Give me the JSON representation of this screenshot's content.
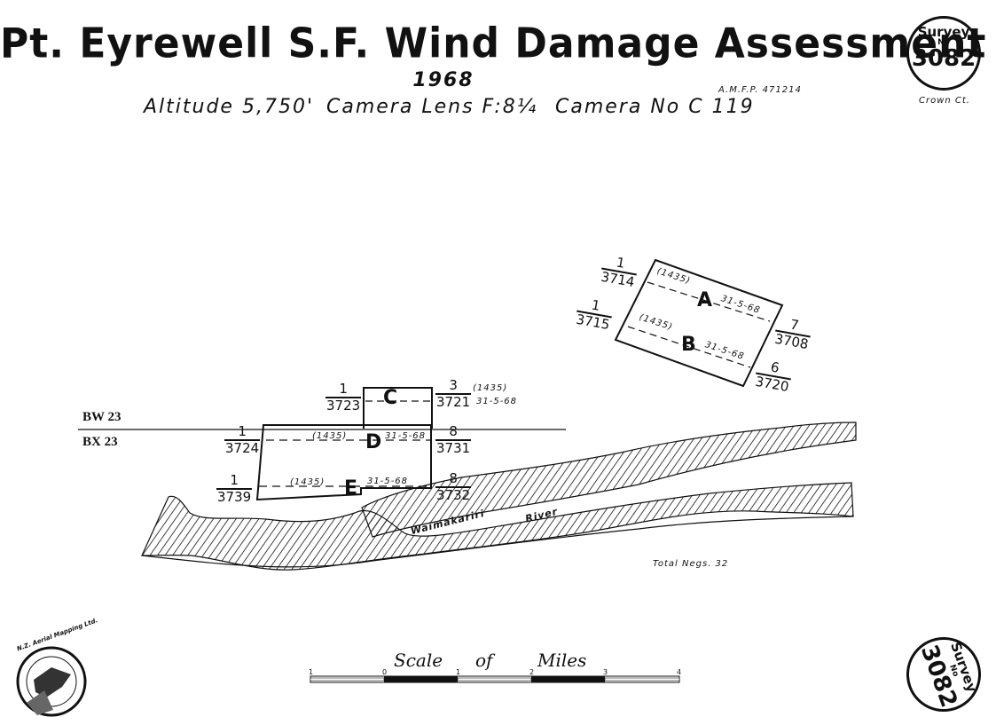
{
  "header": {
    "title": "Pt. Eyrewell S.F. Wind Damage Assessment",
    "year": "1968",
    "altitude": "Altitude 5,750'",
    "lens": "Camera Lens F:8¼",
    "camera": "Camera No C 119",
    "amfp": "A.M.F.P. 471214"
  },
  "stamps": {
    "top": {
      "line1": "Survey",
      "line2": "No",
      "number": "3082"
    },
    "bottom": {
      "line1": "Survey",
      "line2": "No",
      "number": "3082"
    },
    "crown": "Crown Ct."
  },
  "run_labels": {
    "bw": "BW 23",
    "bx": "BX 23"
  },
  "areas": {
    "a": {
      "letter": "A",
      "run": "(1435)",
      "date": "31-5-68"
    },
    "b": {
      "letter": "B",
      "run": "(1435)",
      "date": "31-5-68"
    },
    "c": {
      "letter": "C",
      "run": "(1435)",
      "date": "31-5-68"
    },
    "d": {
      "letter": "D",
      "run": "(1435)",
      "date": "31-5-68"
    },
    "e": {
      "letter": "E",
      "run": "(1435)",
      "date": "31-5-68"
    }
  },
  "frames": {
    "f3714": {
      "top": "1",
      "bottom": "3714"
    },
    "f3715": {
      "top": "1",
      "bottom": "3715"
    },
    "f3708": {
      "top": "7",
      "bottom": "3708"
    },
    "f3720": {
      "top": "6",
      "bottom": "3720"
    },
    "f3723": {
      "top": "1",
      "bottom": "3723"
    },
    "f3721": {
      "top": "3",
      "bottom": "3721"
    },
    "f3724": {
      "top": "1",
      "bottom": "3724"
    },
    "f3731": {
      "top": "8",
      "bottom": "3731"
    },
    "f3739": {
      "top": "1",
      "bottom": "3739"
    },
    "f3732": {
      "top": "8",
      "bottom": "3732"
    }
  },
  "river": {
    "name1": "Waimakariri",
    "name2": "River"
  },
  "total_negs": "Total Negs. 32",
  "scale": {
    "title1": "Scale",
    "title2": "of",
    "title3": "Miles",
    "ticks": [
      "1",
      "0",
      "1",
      "2",
      "3",
      "4"
    ]
  },
  "logo": {
    "text": "N.Z. Aerial Mapping Ltd."
  }
}
